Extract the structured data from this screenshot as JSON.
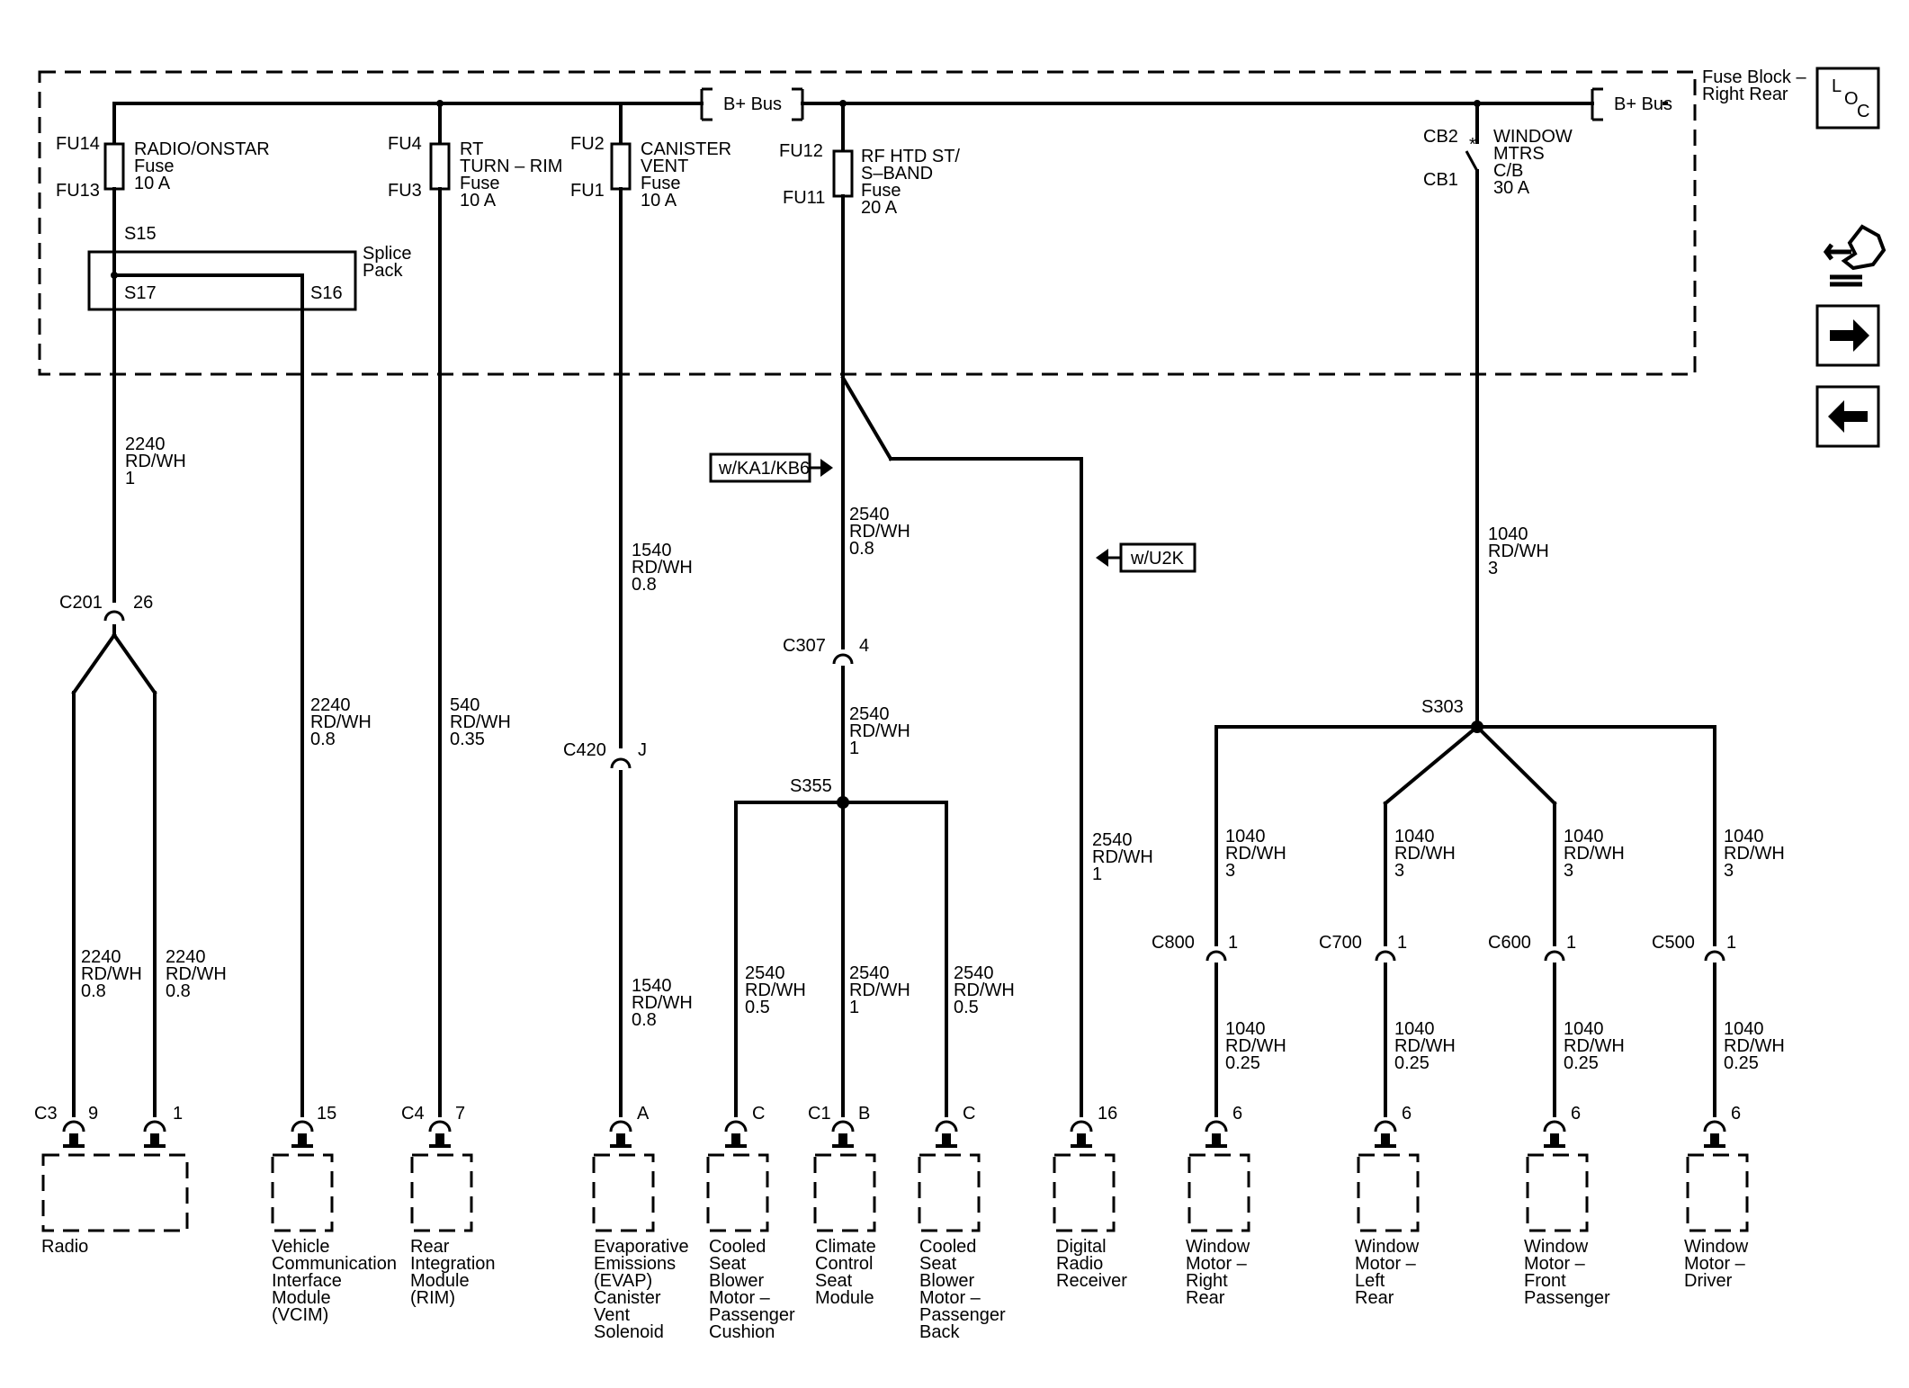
{
  "fuse_block": {
    "title_line1": "Fuse Block –",
    "title_line2": "Right Rear"
  },
  "bus": {
    "b_plus_left": "B+ Bus",
    "b_plus_right": "B+ Bus"
  },
  "fuses": {
    "fu14": "FU14",
    "fu13": "FU13",
    "radio_name": "RADIO/ONSTAR",
    "radio_type": "Fuse",
    "radio_amp": "10 A",
    "fu4": "FU4",
    "fu3": "FU3",
    "rt_name1": "RT",
    "rt_name2": "TURN – RIM",
    "rt_type": "Fuse",
    "rt_amp": "10 A",
    "fu2": "FU2",
    "fu1": "FU1",
    "can_name1": "CANISTER",
    "can_name2": "VENT",
    "can_type": "Fuse",
    "can_amp": "10 A",
    "fu12": "FU12",
    "fu11": "FU11",
    "rf_name1": "RF HTD ST/",
    "rf_name2": "S–BAND",
    "rf_type": "Fuse",
    "rf_amp": "20 A",
    "cb2": "CB2",
    "cb1": "CB1",
    "win_name1": "WINDOW",
    "win_name2": "MTRS",
    "win_type": "C/B",
    "win_amp": "30 A"
  },
  "splice_pack": {
    "s15": "S15",
    "s17": "S17",
    "s16": "S16",
    "label1": "Splice",
    "label2": "Pack"
  },
  "options": {
    "ka1": "w/KA1/KB6",
    "u2k": "w/U2K"
  },
  "wires": {
    "radio_main": [
      "2240",
      "RD/WH",
      "1"
    ],
    "radio_a": [
      "2240",
      "RD/WH",
      "0.8"
    ],
    "radio_b": [
      "2240",
      "RD/WH",
      "0.8"
    ],
    "vcim": [
      "2240",
      "RD/WH",
      "0.8"
    ],
    "rim": [
      "540",
      "RD/WH",
      "0.35"
    ],
    "evap_upper": [
      "1540",
      "RD/WH",
      "0.8"
    ],
    "evap_lower": [
      "1540",
      "RD/WH",
      "0.8"
    ],
    "seat_main": [
      "2540",
      "RD/WH",
      "0.8"
    ],
    "seat_mid": [
      "2540",
      "RD/WH",
      "1"
    ],
    "seat_cushion": [
      "2540",
      "RD/WH",
      "0.5"
    ],
    "seat_climate": [
      "2540",
      "RD/WH",
      "1"
    ],
    "seat_back": [
      "2540",
      "RD/WH",
      "0.5"
    ],
    "digital_radio": [
      "2540",
      "RD/WH",
      "1"
    ],
    "window_main": [
      "1040",
      "RD/WH",
      "3"
    ],
    "win_rr_up": [
      "1040",
      "RD/WH",
      "3"
    ],
    "win_lr_up": [
      "1040",
      "RD/WH",
      "3"
    ],
    "win_fp_up": [
      "1040",
      "RD/WH",
      "3"
    ],
    "win_dr_up": [
      "1040",
      "RD/WH",
      "3"
    ],
    "win_rr_dn": [
      "1040",
      "RD/WH",
      "0.25"
    ],
    "win_lr_dn": [
      "1040",
      "RD/WH",
      "0.25"
    ],
    "win_fp_dn": [
      "1040",
      "RD/WH",
      "0.25"
    ],
    "win_dr_dn": [
      "1040",
      "RD/WH",
      "0.25"
    ]
  },
  "connectors": {
    "c201": "C201",
    "c201_pin": "26",
    "c420": "C420",
    "c420_pin": "J",
    "c307": "C307",
    "c307_pin": "4",
    "c800": "C800",
    "c800_pin": "1",
    "c700": "C700",
    "c700_pin": "1",
    "c600": "C600",
    "c600_pin": "1",
    "c500": "C500",
    "c500_pin": "1",
    "c3": "C3",
    "c3_pin9": "9",
    "c3_pin1": "1",
    "vcim_pin": "15",
    "c4": "C4",
    "c4_pin": "7",
    "evap_pin": "A",
    "c1": "C1",
    "cush_pin": "C",
    "clim_pin": "B",
    "back_pin": "C",
    "dr_pin": "16",
    "rr_pin": "6",
    "lr_pin": "6",
    "fp_pin": "6",
    "drv_pin": "6"
  },
  "splices": {
    "s355": "S355",
    "s303": "S303"
  },
  "components": {
    "radio": [
      "Radio"
    ],
    "vcim": [
      "Vehicle",
      "Communication",
      "Interface",
      "Module",
      "(VCIM)"
    ],
    "rim": [
      "Rear",
      "Integration",
      "Module",
      "(RIM)"
    ],
    "evap": [
      "Evaporative",
      "Emissions",
      "(EVAP)",
      "Canister",
      "Vent",
      "Solenoid"
    ],
    "cushion": [
      "Cooled",
      "Seat",
      "Blower",
      "Motor –",
      "Passenger",
      "Cushion"
    ],
    "climate": [
      "Climate",
      "Control",
      "Seat",
      "Module"
    ],
    "back": [
      "Cooled",
      "Seat",
      "Blower",
      "Motor –",
      "Passenger",
      "Back"
    ],
    "digital": [
      "Digital",
      "Radio",
      "Receiver"
    ],
    "win_rr": [
      "Window",
      "Motor –",
      "Right",
      "Rear"
    ],
    "win_lr": [
      "Window",
      "Motor –",
      "Left",
      "Rear"
    ],
    "win_fp": [
      "Window",
      "Motor –",
      "Front",
      "Passenger"
    ],
    "win_dr": [
      "Window",
      "Motor –",
      "Driver"
    ]
  },
  "loc_icon": {
    "l": "L",
    "o": "O",
    "c": "C"
  },
  "icons": {
    "loc": "location-icon",
    "nav_fwd": "arrow-right-icon",
    "nav_back": "arrow-left-icon",
    "connector_view": "connector-icon"
  }
}
